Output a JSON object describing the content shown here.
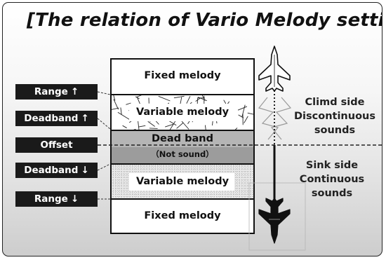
{
  "title": "[The relation of Vario Melody settings]",
  "zones": {
    "fixed_top": "Fixed melody",
    "variable_top": "Variable melody",
    "dead_band": "Dead band",
    "not_sound": "（Not sound）",
    "variable_bottom": "Variable melody",
    "fixed_bottom": "Fixed melody"
  },
  "tags": {
    "range_up": "Range",
    "deadband_up": "Deadband",
    "offset": "Offset",
    "deadband_down": "Deadband",
    "range_down": "Range",
    "up_arrow": "↑",
    "down_arrow": "↓"
  },
  "climb_side": [
    "Climd side",
    "Discontinuous",
    "sounds"
  ],
  "sink_side": [
    "Sink side",
    "Continuous",
    "sounds"
  ],
  "colors": {
    "dark": "#1a1a1a",
    "dead_band_upper": "#a9a9a9",
    "dead_band_lower": "#9a9a9a",
    "stipple": "#cfcfcf"
  },
  "icons": [
    "jet-climb-icon",
    "jet-sink-icon"
  ]
}
